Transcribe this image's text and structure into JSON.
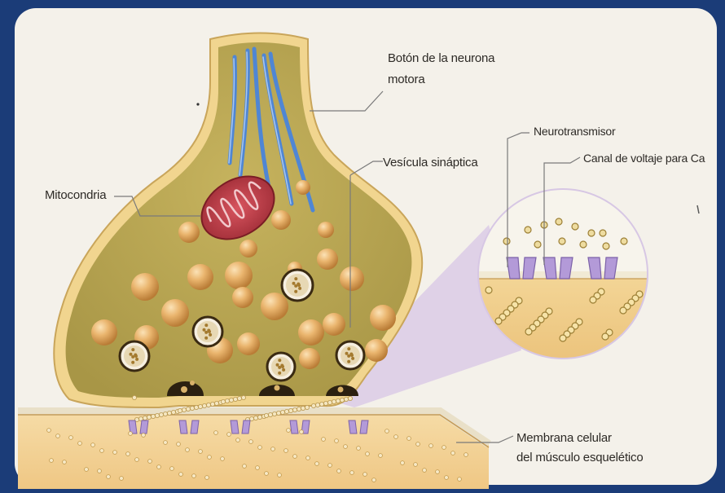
{
  "labels": {
    "boton": [
      "Botón de la neurona",
      "motora"
    ],
    "mitocondria": "Mitocondria",
    "vesicula": "Vesícula sináptica",
    "neurotransmisor": "Neurotransmisor",
    "canal": "Canal de voltaje para Ca",
    "membrana": [
      "Membrana celular",
      "del músculo esquelético"
    ]
  },
  "colors": {
    "background": "#1b3c78",
    "panel": "#f4f1ea",
    "cytoplasm": "#b9a651",
    "membrane": "#f1d59a",
    "vesicle": "#e3a85e",
    "mitochondria": "#b23a43",
    "microtubule": "#4f86d4",
    "channel": "#a78bc9",
    "muscle": "#f0cc88"
  }
}
